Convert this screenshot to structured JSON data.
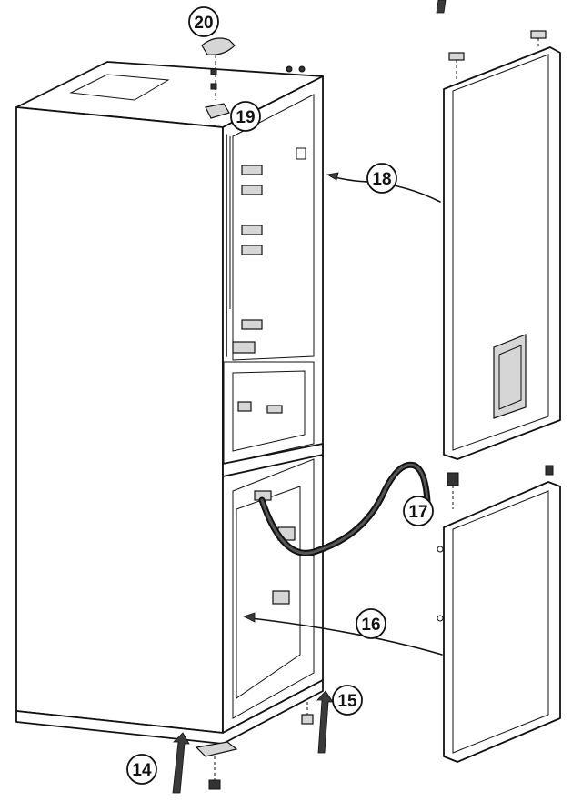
{
  "figure": {
    "callouts": [
      {
        "id": "14",
        "label": "14"
      },
      {
        "id": "15",
        "label": "15"
      },
      {
        "id": "16",
        "label": "16"
      },
      {
        "id": "17",
        "label": "17"
      },
      {
        "id": "18",
        "label": "18"
      },
      {
        "id": "19",
        "label": "19"
      },
      {
        "id": "20",
        "label": "20"
      }
    ]
  }
}
